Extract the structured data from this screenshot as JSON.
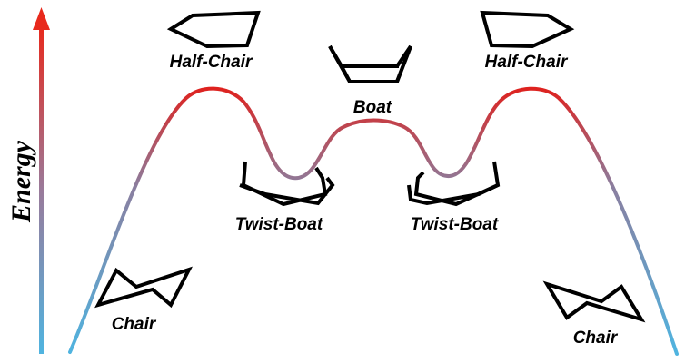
{
  "axis": {
    "label": "Energy",
    "gradient_bottom": "#4fb4e0",
    "gradient_top": "#e8291c"
  },
  "curve": {
    "gradient_high": "#e0201c",
    "gradient_mid": "#8a7fa0",
    "gradient_low": "#4fb4e0"
  },
  "conformations": [
    {
      "id": "chair-left",
      "label": "Chair",
      "icon": "chair-icon"
    },
    {
      "id": "half-chair-left",
      "label": "Half-Chair",
      "icon": "half-chair-icon"
    },
    {
      "id": "twist-boat-left",
      "label": "Twist-Boat",
      "icon": "twist-boat-icon"
    },
    {
      "id": "boat",
      "label": "Boat",
      "icon": "boat-icon"
    },
    {
      "id": "twist-boat-right",
      "label": "Twist-Boat",
      "icon": "twist-boat-icon"
    },
    {
      "id": "half-chair-right",
      "label": "Half-Chair",
      "icon": "half-chair-icon"
    },
    {
      "id": "chair-right",
      "label": "Chair",
      "icon": "chair-icon"
    }
  ]
}
